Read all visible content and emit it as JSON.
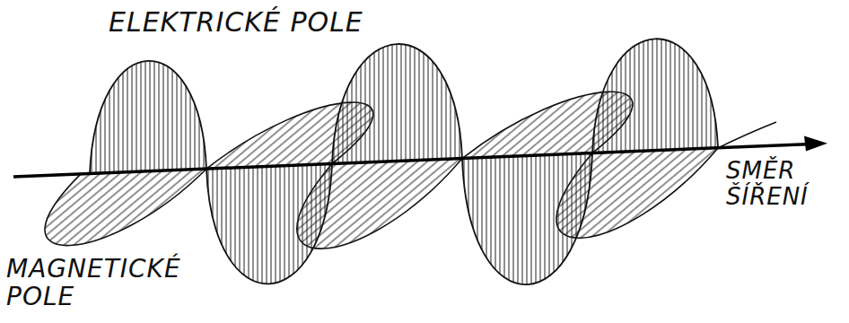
{
  "diagram": {
    "labels": [
      "ELEKTRICKÉ POLE",
      "MAGNETICKÉ POLE",
      "SMĚR ŠÍŘENÍ"
    ]
  }
}
